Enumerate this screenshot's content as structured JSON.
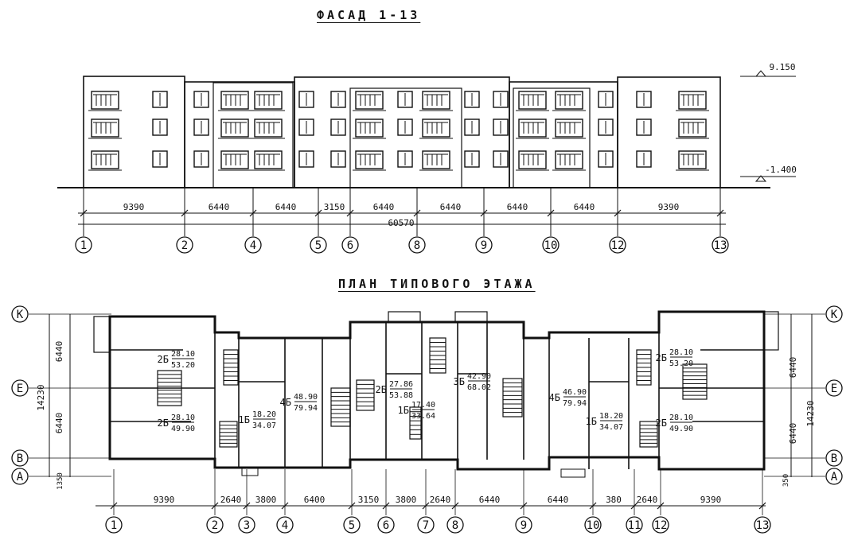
{
  "titles": {
    "facade": "ФАСАД 1-13",
    "plan": "ПЛАН ТИПОВОГО ЭТАЖА"
  },
  "facade": {
    "level_top": "9.150",
    "level_bottom": "-1.400",
    "dimensions": [
      "9390",
      "6440",
      "6440",
      "3150",
      "6440",
      "6440",
      "6440",
      "6440",
      "9390"
    ],
    "total": "60570",
    "axes": [
      "1",
      "2",
      "4",
      "5",
      "6",
      "8",
      "9",
      "10",
      "12",
      "13"
    ]
  },
  "plan": {
    "row_axes": [
      "K",
      "E",
      "B",
      "A"
    ],
    "left_dims": [
      "6440",
      "6440",
      "1350"
    ],
    "left_total": "14230",
    "right_dims": [
      "6440",
      "6440",
      "350"
    ],
    "right_total": "14230",
    "bottom_dims": [
      "9390",
      "2640",
      "3800",
      "6400",
      "3150",
      "3800",
      "2640",
      "6440",
      "6440",
      "380",
      "2640",
      "9390"
    ],
    "axes": [
      "1",
      "2",
      "3",
      "4",
      "5",
      "6",
      "7",
      "8",
      "9",
      "10",
      "11",
      "12",
      "13"
    ],
    "apartments": [
      {
        "type": "2Б",
        "top": "28.10",
        "bottom": "53.20"
      },
      {
        "type": "2Б",
        "top": "28.10",
        "bottom": "49.90"
      },
      {
        "type": "1Б",
        "top": "18.20",
        "bottom": "34.07"
      },
      {
        "type": "4Б",
        "top": "48.90",
        "bottom": "79.94"
      },
      {
        "type": "2Б",
        "top": "27.86",
        "bottom": "53.88"
      },
      {
        "type": "1Б",
        "top": "17.40",
        "bottom": "33.64"
      },
      {
        "type": "3Б",
        "top": "42.90",
        "bottom": "68.02"
      },
      {
        "type": "4Б",
        "top": "46.90",
        "bottom": "79.94"
      },
      {
        "type": "1Б",
        "top": "18.20",
        "bottom": "34.07"
      },
      {
        "type": "2Б",
        "top": "28.10",
        "bottom": "53.20"
      },
      {
        "type": "2Б",
        "top": "28.10",
        "bottom": "49.90"
      }
    ]
  }
}
